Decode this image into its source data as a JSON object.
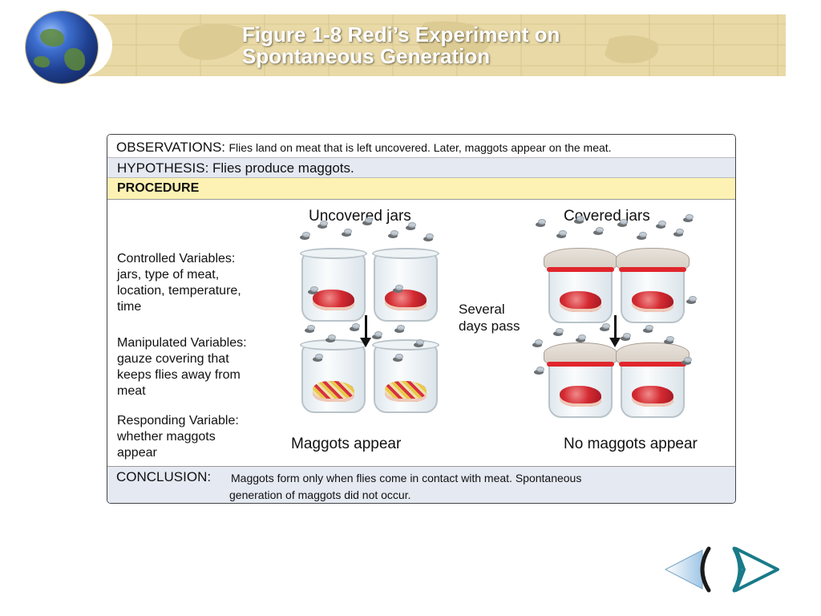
{
  "header": {
    "title_line1": "Figure 1-8 Redi’s Experiment on",
    "title_line2": "Spontaneous Generation"
  },
  "observations": {
    "label": "OBSERVATIONS:",
    "text": "Flies land on meat that is left uncovered.  Later, maggots appear on the meat."
  },
  "hypothesis": {
    "text": "HYPOTHESIS: Flies produce maggots."
  },
  "procedure": {
    "label": "PROCEDURE"
  },
  "variables": {
    "controlled": [
      "Controlled Variables:",
      "jars, type of meat,",
      "location, temperature,",
      "time"
    ],
    "manipulated": [
      "Manipulated Variables:",
      "gauze covering that",
      "keeps flies away from",
      "meat"
    ],
    "responding": [
      "Responding Variable:",
      "whether maggots",
      "appear"
    ]
  },
  "columns": {
    "uncovered": "Uncovered jars",
    "covered": "Covered jars"
  },
  "time_label": [
    "Several",
    "days pass"
  ],
  "results": {
    "uncovered": "Maggots appear",
    "covered": "No maggots appear"
  },
  "conclusion": {
    "label": "CONCLUSION:",
    "line1": "Maggots form only when flies come in contact with meat. Spontaneous",
    "line2": "generation of maggots did not occur."
  },
  "colors": {
    "banner": "#e9d9a6",
    "procedure_bar": "#fdf2b3",
    "alt_row": "#e4e9f2",
    "cover_band": "#e0262c"
  },
  "nav": {
    "back_icon": "back-arrow-icon",
    "forward_icon": "forward-arrow-icon"
  }
}
